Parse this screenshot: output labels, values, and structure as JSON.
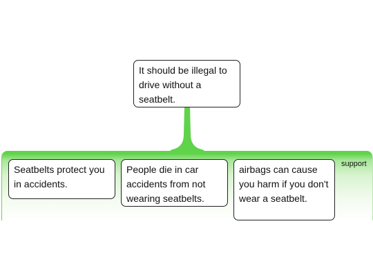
{
  "diagram": {
    "main_claim": "It should be illegal to drive without a seatbelt.",
    "group_label": "support",
    "supports": [
      "Seatbelts protect you in accidents.",
      "People die in car accidents from not wearing seatbelts.",
      "airbags can cause you harm if you don't wear a seatbelt."
    ],
    "colors": {
      "connector": "#5fd34a",
      "band_fade": "#ffffff",
      "box_border": "#222222"
    }
  }
}
